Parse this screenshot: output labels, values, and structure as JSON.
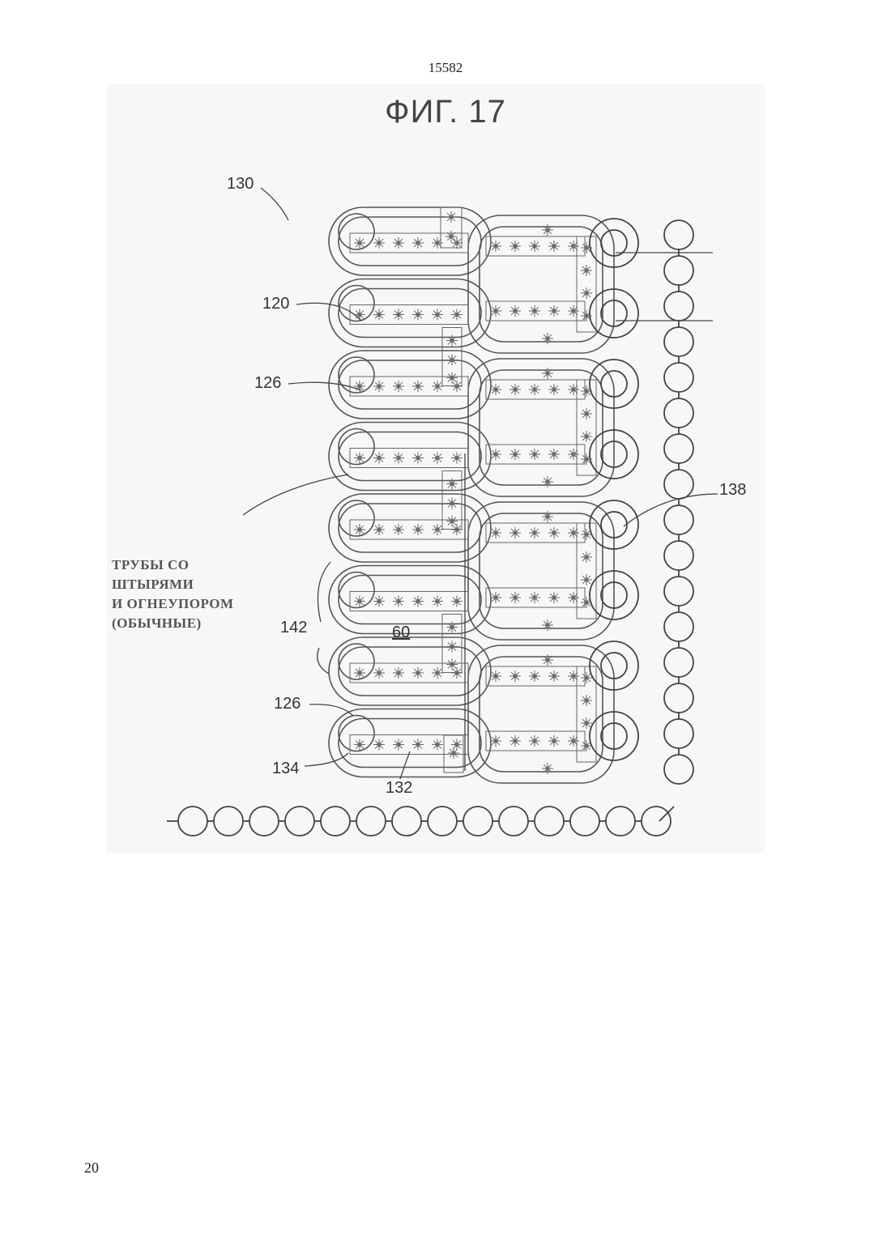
{
  "page": {
    "header_number": "15582",
    "page_number": "20"
  },
  "figure": {
    "title": "ФИГ. 17",
    "caption_lines": [
      "ТРУБЫ СО",
      "ШТЫРЯМИ",
      "И ОГНЕУПОРОМ",
      "(ОБЫЧНЫЕ)"
    ],
    "ref_labels": {
      "r130": "130",
      "r120": "120",
      "r126a": "126",
      "r138": "138",
      "r142": "142",
      "r60": "60",
      "r126b": "126",
      "r134": "134",
      "r132": "132"
    }
  }
}
